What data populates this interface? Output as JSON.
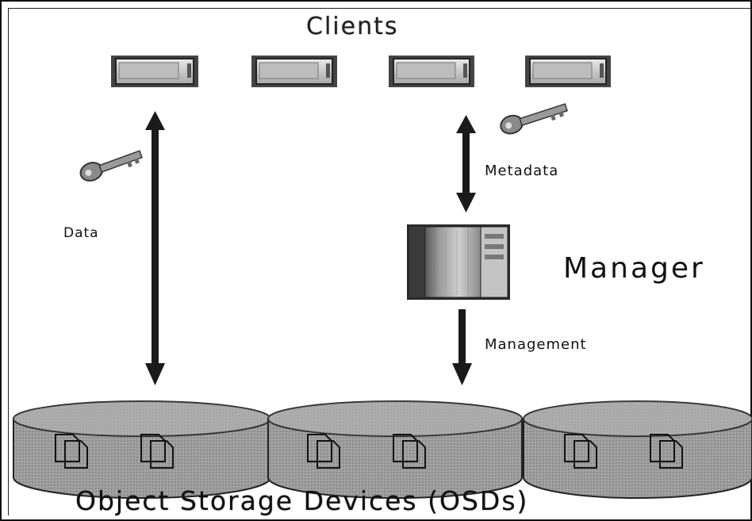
{
  "diagram": {
    "clients_title": "Clients",
    "data_label": "Data",
    "metadata_label": "Metadata",
    "management_label": "Management",
    "manager_label": "Manager",
    "osd_title": "Object Storage Devices (OSDs)",
    "clients": [
      {
        "id": "client-1"
      },
      {
        "id": "client-2"
      },
      {
        "id": "client-3"
      },
      {
        "id": "client-4"
      }
    ],
    "storage_devices": [
      {
        "id": "osd-1"
      },
      {
        "id": "osd-2"
      },
      {
        "id": "osd-3"
      }
    ],
    "icons": [
      "computer-icon",
      "key-icon",
      "server-icon",
      "disk-icon",
      "file-icon",
      "arrow-icon"
    ]
  }
}
